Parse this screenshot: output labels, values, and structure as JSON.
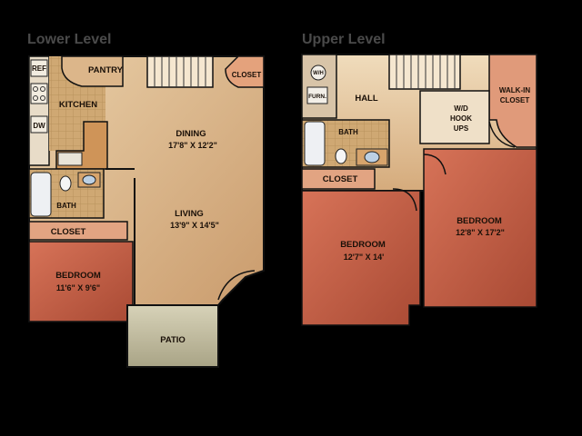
{
  "levels": {
    "lower": {
      "title": "Lower Level"
    },
    "upper": {
      "title": "Upper Level"
    }
  },
  "rooms": {
    "lower_ref": "REF",
    "lower_pantry": "PANTRY",
    "lower_closet_top": "CLOSET",
    "lower_kitchen": "KITCHEN",
    "lower_dw": "DW",
    "lower_dining": "DINING",
    "lower_dining_size": "17'8\" X 12'2\"",
    "lower_bath": "BATH",
    "lower_living": "LIVING",
    "lower_living_size": "13'9\" X 14'5\"",
    "lower_closet": "CLOSET",
    "lower_bedroom": "BEDROOM",
    "lower_bedroom_size": "11'6\" X 9'6\"",
    "lower_patio": "PATIO",
    "upper_wh": "W/H",
    "upper_furn": "FURN.",
    "upper_hall": "HALL",
    "upper_walkin_1": "WALK-IN",
    "upper_walkin_2": "CLOSET",
    "upper_wd_1": "W/D",
    "upper_wd_2": "HOOK",
    "upper_wd_3": "UPS",
    "upper_bath": "BATH",
    "upper_closet": "CLOSET",
    "upper_bedroom1": "BEDROOM",
    "upper_bedroom1_size": "12'7\" X 14'",
    "upper_bedroom2": "BEDROOM",
    "upper_bedroom2_size": "12'8\" X 17'2\""
  },
  "colors": {
    "floor_tan": "#d9b38a",
    "floor_light": "#e6c9a3",
    "bedroom_red": "#b5533c",
    "tile": "#c9a66b",
    "patio": "#b9b49a",
    "wall": "#111111"
  }
}
